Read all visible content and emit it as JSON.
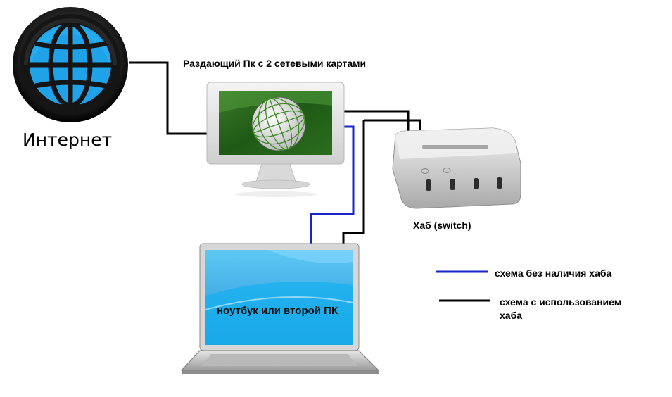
{
  "labels": {
    "internet": "Интернет",
    "pc": "Раздающий Пк с 2 сетевыми картами",
    "hub": "Хаб (switch)",
    "laptop": "ноутбук или второй ПК"
  },
  "legend": {
    "blue_text": "схема без наличия хаба",
    "black_text": "схема с использованием хаба"
  },
  "icons": {
    "internet": "globe-icon",
    "pc": "monitor-icon",
    "hub": "network-switch-icon",
    "laptop": "laptop-icon"
  },
  "colors": {
    "blue_cable": "#1626c8",
    "black_cable": "#000000",
    "globe_blue": "#1fa2e8"
  }
}
